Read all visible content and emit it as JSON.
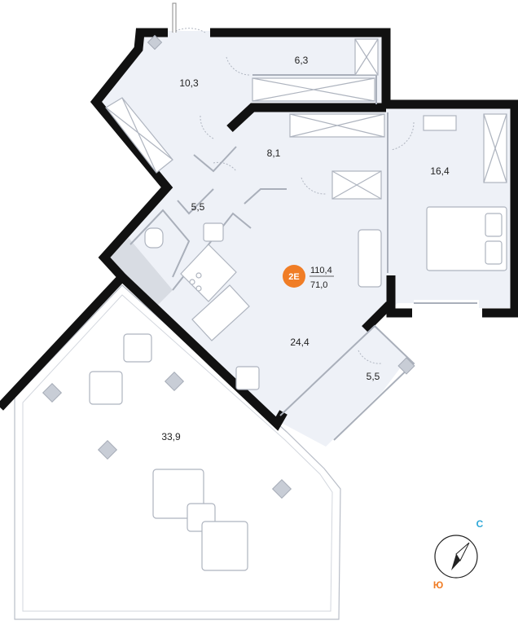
{
  "rooms": [
    {
      "id": "closet",
      "area": "6,3"
    },
    {
      "id": "hall",
      "area": "10,3"
    },
    {
      "id": "corridor",
      "area": "8,1"
    },
    {
      "id": "bedroom",
      "area": "16,4"
    },
    {
      "id": "bathroom",
      "area": "5,5"
    },
    {
      "id": "living",
      "area": "24,4"
    },
    {
      "id": "balcony",
      "area": "5,5"
    },
    {
      "id": "terrace",
      "area": "33,9"
    }
  ],
  "badge": {
    "label": "2E",
    "total_area": "110,4",
    "living_area": "71,0",
    "color": "#F07D26"
  },
  "compass": {
    "north": "С",
    "south": "Ю",
    "north_color": "#2FA8D8",
    "south_color": "#F07D26"
  },
  "colors": {
    "wall": "#111111",
    "floor": "#EEF1F7",
    "terrace": "#FFFFFF",
    "furniture": "#C8CDD6"
  }
}
